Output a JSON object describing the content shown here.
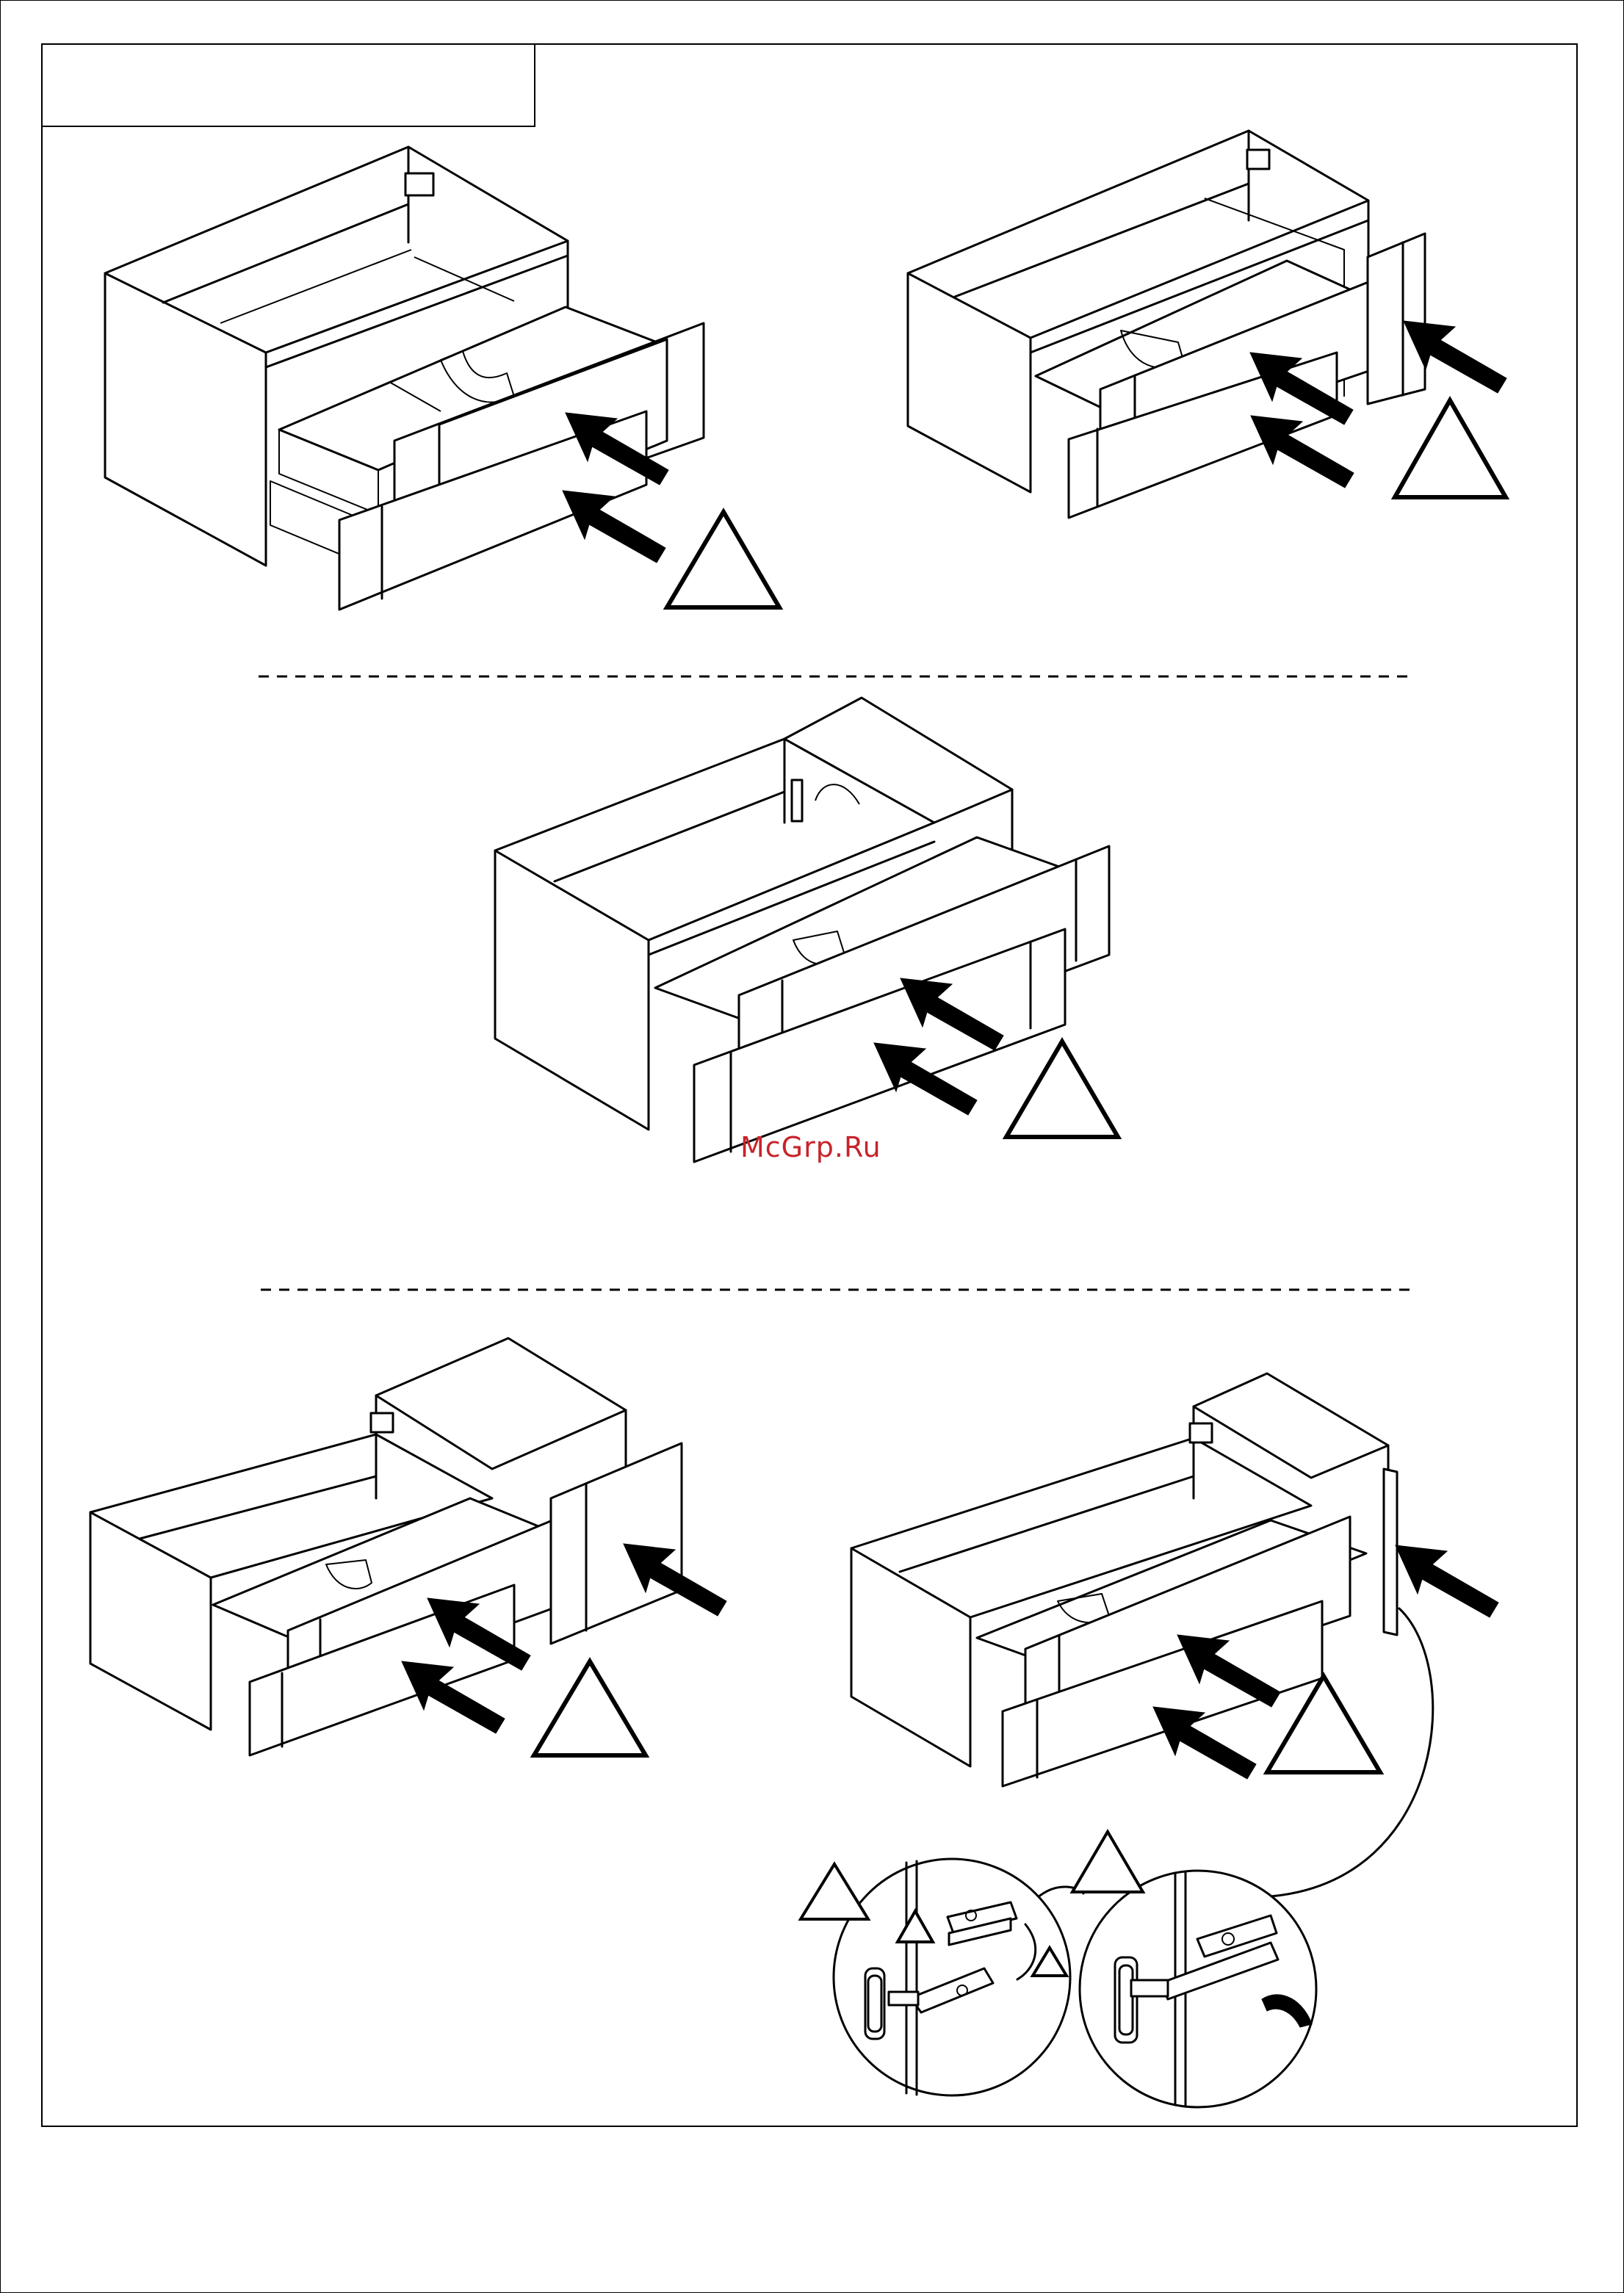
{
  "watermark": {
    "text": "McGrp.Ru",
    "color": "#c8232a"
  },
  "panels": [
    {
      "name": "two-drawer-cabinet-top-left",
      "caution_marks": 1,
      "arrows": 2
    },
    {
      "name": "two-drawer-cabinet-top-right-with-side-door",
      "caution_marks": 1,
      "arrows": 3
    },
    {
      "name": "two-drawer-cabinet-with-shelf-unit-center",
      "caution_marks": 1,
      "arrows": 2
    },
    {
      "name": "cabinet-with-side-unit-bottom-left",
      "caution_marks": 1,
      "arrows": 3
    },
    {
      "name": "cabinet-with-door-and-hinge-detail-bottom-right",
      "caution_marks": 4,
      "arrows": 3
    }
  ],
  "icons": {
    "caution": "triangle-warning-icon",
    "push": "push-arrow-icon",
    "hinge": "hinge-detail-icon"
  }
}
